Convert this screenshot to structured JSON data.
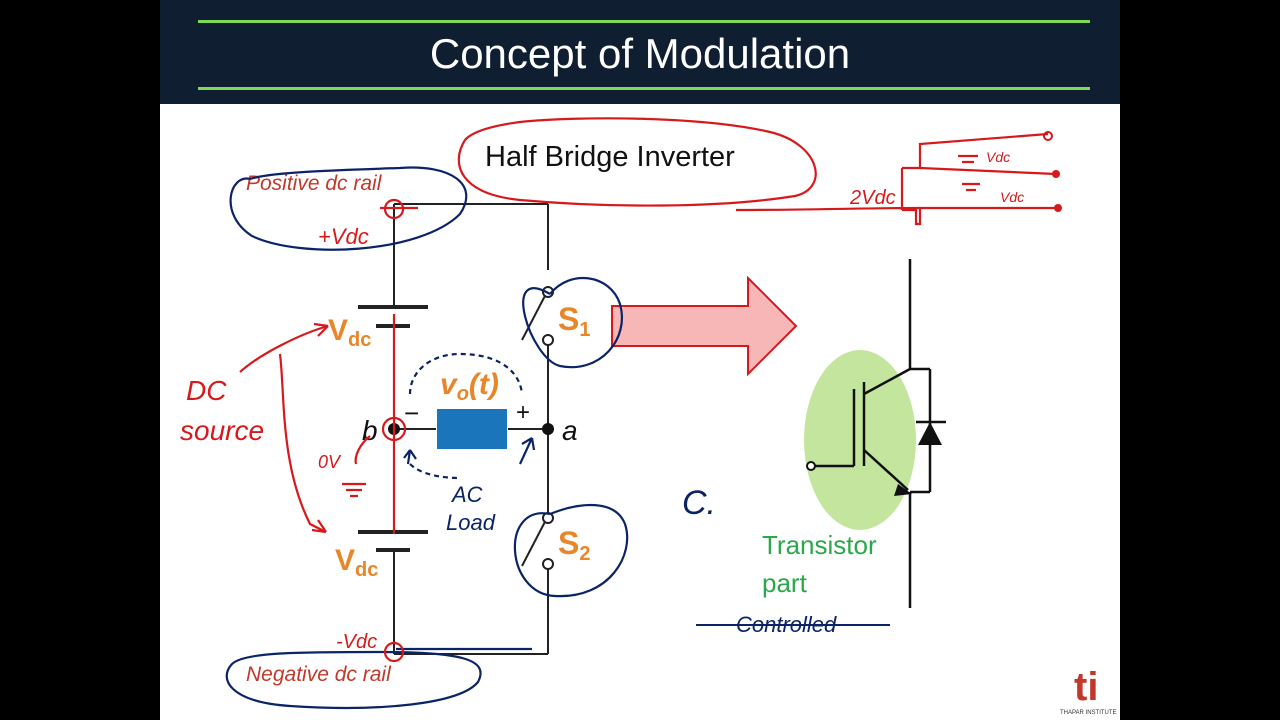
{
  "slide": {
    "title": "Concept of Modulation"
  },
  "diagram": {
    "box_label": "Half Bridge Inverter",
    "positive_rail": "Positive dc rail",
    "negative_rail": "Negative dc rail",
    "vdc_top": {
      "main": "V",
      "sub": "dc"
    },
    "vdc_bottom": {
      "main": "V",
      "sub": "dc"
    },
    "switch_top": {
      "main": "S",
      "sub": "1"
    },
    "switch_bottom": {
      "main": "S",
      "sub": "2"
    },
    "node_b": "b",
    "node_a": "a",
    "minus_sign": "−",
    "plus_sign": "+",
    "vo": {
      "main": "v",
      "sub": "o",
      "rest": "(t)"
    },
    "transistor_label_line1": "Transistor",
    "transistor_label_line2": "part"
  },
  "annotations": {
    "plus_vdc": "+Vdc",
    "dc_line1": "DC",
    "dc_line2": "source",
    "zero_v": "0V",
    "ac_line1": "AC",
    "ac_line2": "Load",
    "minus_vdc": "-Vdc",
    "controlled": "Controlled",
    "letter_c": "C.",
    "two_vdc": "2Vdc",
    "vdc_a": "Vdc",
    "vdc_b": "Vdc"
  },
  "colors": {
    "header_bg": "#0f1e30",
    "header_rule": "#7ed957",
    "orange_label": "#e8862a",
    "green_label": "#2aa84a",
    "red_ink": "#d7191c",
    "blue_ink": "#0b2467",
    "load_box": "#1a75bb",
    "arrow_fill": "#f7b7b7"
  },
  "logo": {
    "text": "ti",
    "caption": "THAPAR INSTITUTE"
  }
}
